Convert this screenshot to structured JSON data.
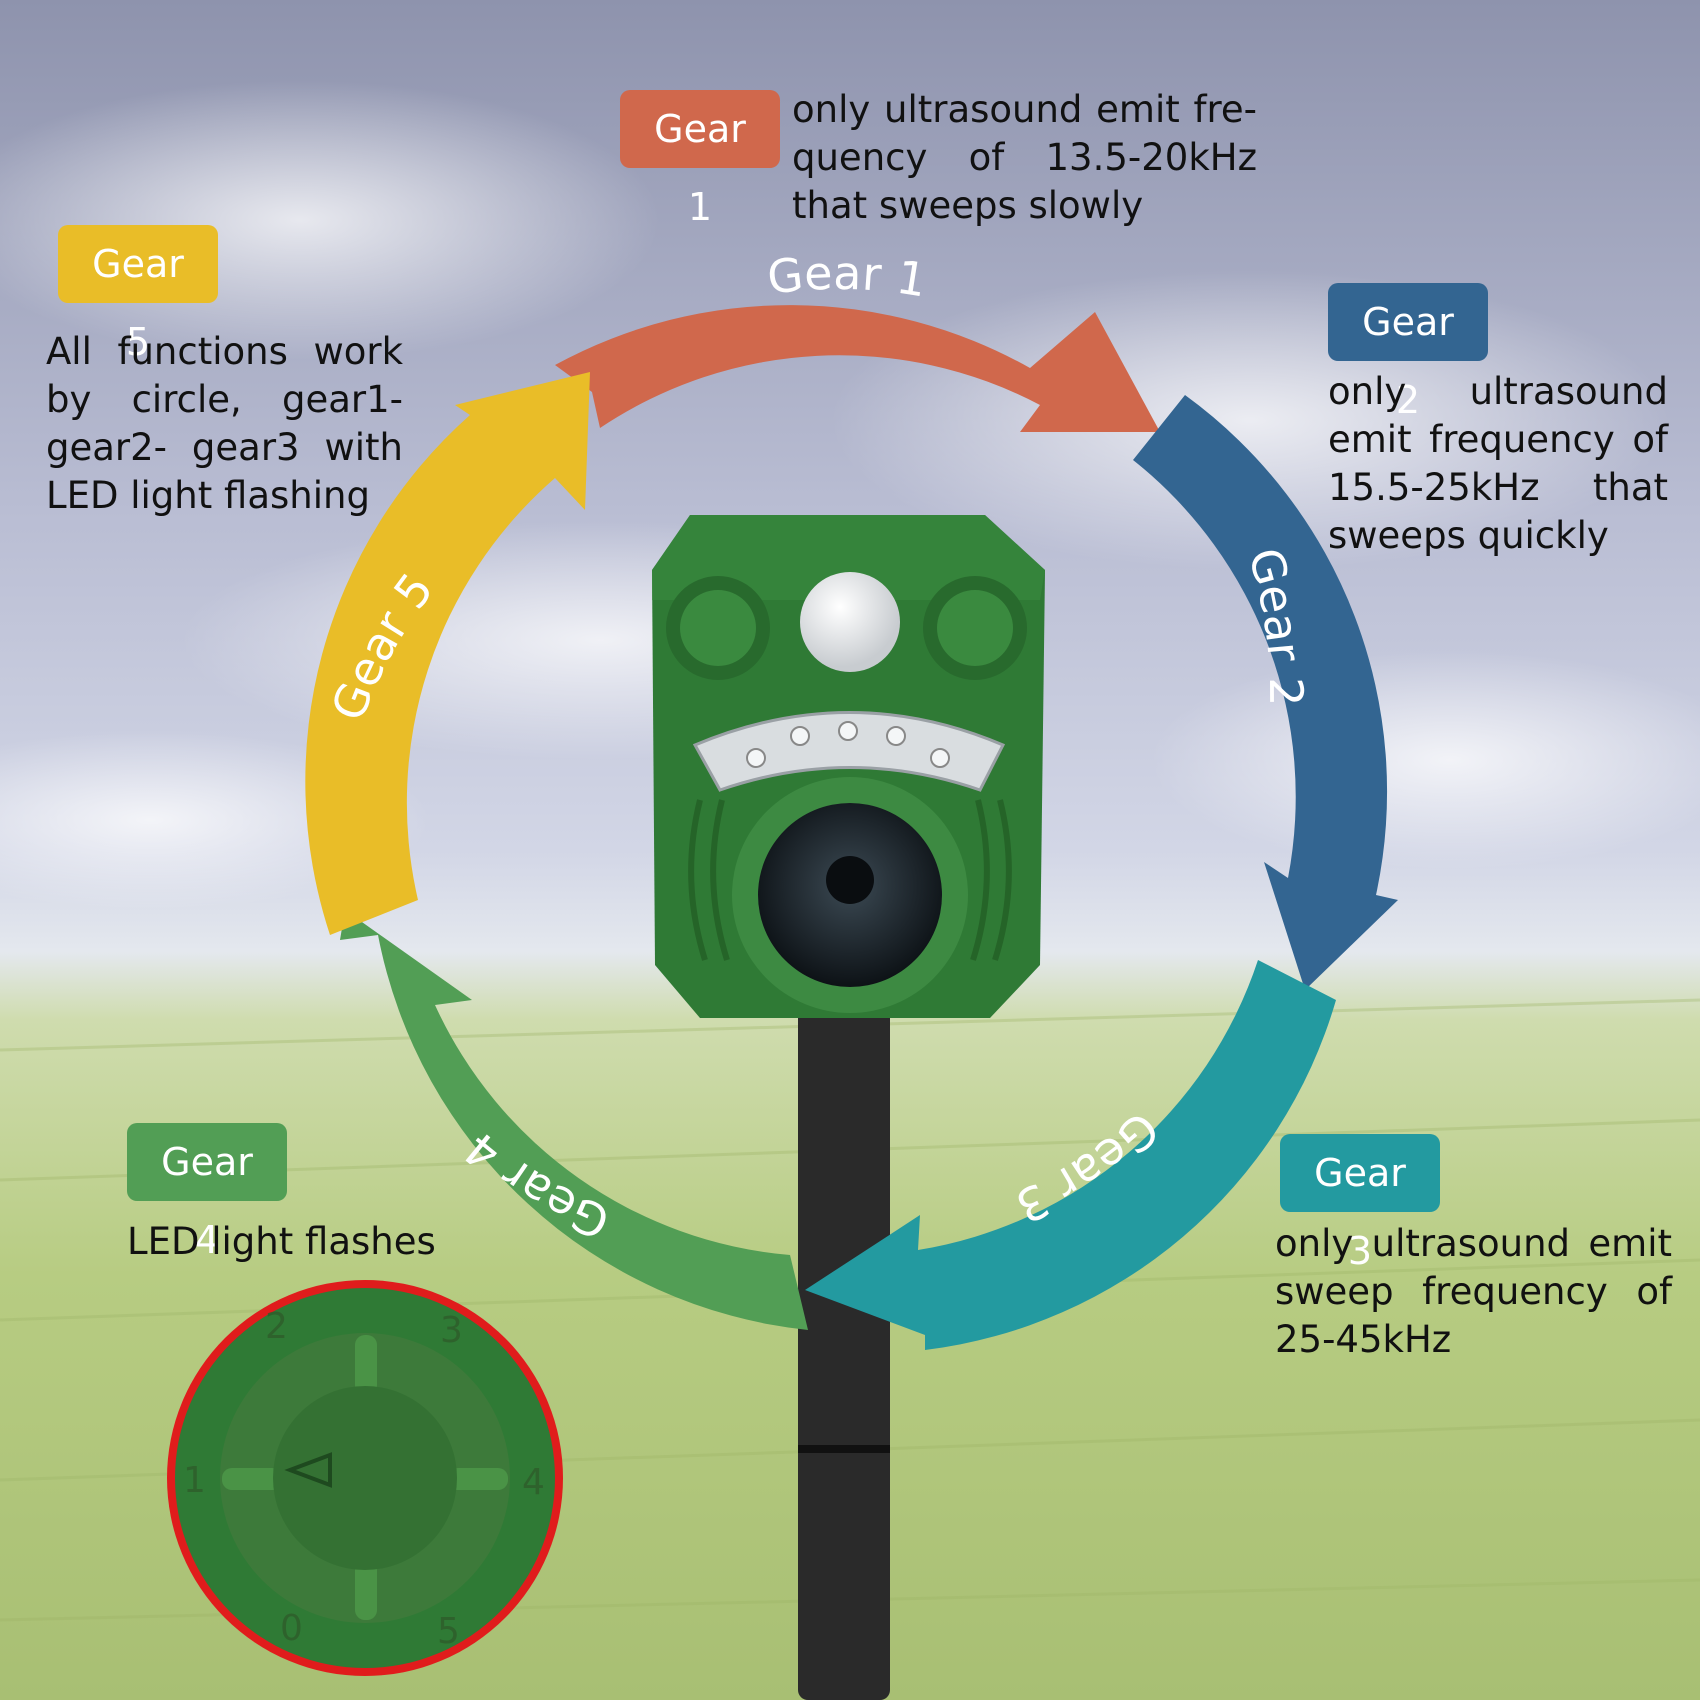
{
  "gears": [
    {
      "badge": "Gear 1",
      "label": "Gear 1",
      "color": "#d0684c",
      "desc": "only ultrasound emit fre-quency of 13.5-20kHz that sweeps slowly"
    },
    {
      "badge": "Gear 2",
      "label": "Gear 2",
      "color": "#336591",
      "desc": "only ultrasound emit frequency of 15.5-25kHz that sweeps quickly"
    },
    {
      "badge": "Gear 3",
      "label": "Gear 3",
      "color": "#239aa0",
      "desc": "only ultrasound emit sweep frequency of 25-45kHz"
    },
    {
      "badge": "Gear 4",
      "label": "Gear 4",
      "color": "#529e55",
      "desc": "LED light flashes"
    },
    {
      "badge": "Gear 5",
      "label": "Gear 5",
      "color": "#e9bd28",
      "desc": "All functions work by circle, gear1-gear2- gear3 with LED light flashing"
    }
  ],
  "dial": {
    "numbers": [
      "0",
      "1",
      "2",
      "3",
      "4",
      "5"
    ],
    "ring_color": "#e01c1c",
    "knob_color": "#3d7a3a"
  },
  "device": {
    "body_color": "#2f7a35",
    "pole_color": "#2a2a2a"
  },
  "colors": {
    "sky_top": "#9ea4bc",
    "sky_mid": "#c9cee0",
    "grass": "#b6cc7f",
    "text": "#111111"
  }
}
